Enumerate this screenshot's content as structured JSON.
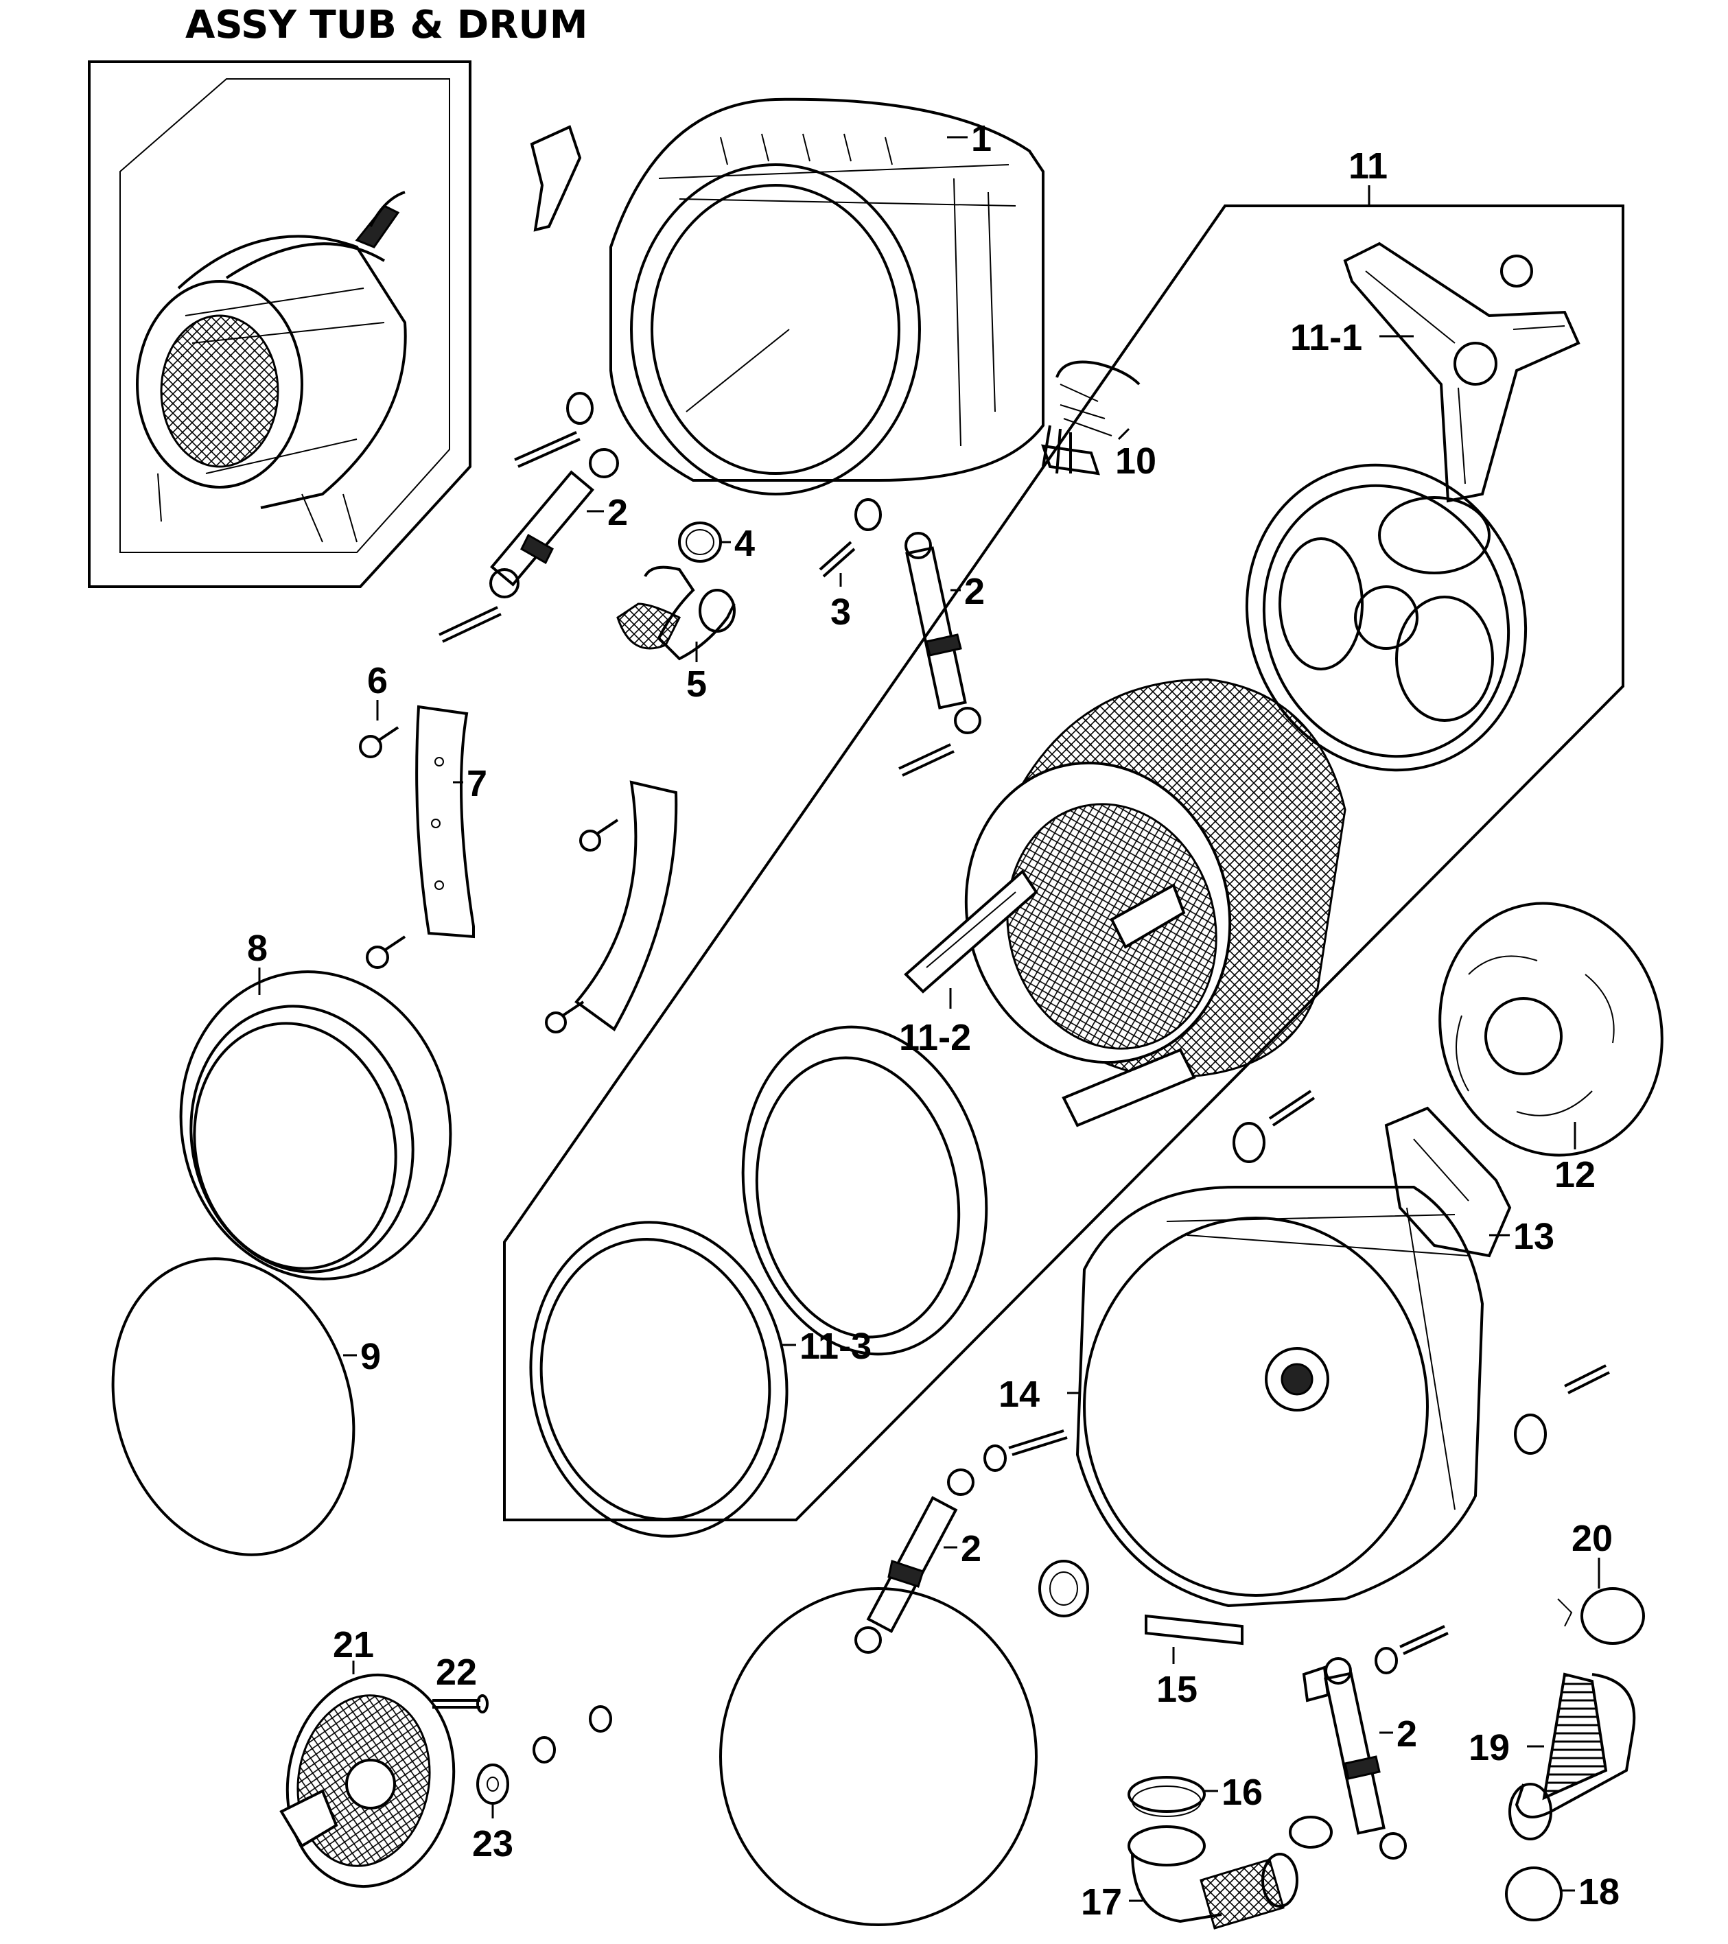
{
  "title": "ASSY TUB & DRUM",
  "labels": {
    "p1": "1",
    "p2a": "2",
    "p2b": "2",
    "p2c": "2",
    "p2d": "2",
    "p3": "3",
    "p4": "4",
    "p5": "5",
    "p6": "6",
    "p7": "7",
    "p8": "8",
    "p9": "9",
    "p10": "10",
    "p11": "11",
    "p11_1": "11-1",
    "p11_2": "11-2",
    "p11_3": "11-3",
    "p12": "12",
    "p13": "13",
    "p14": "14",
    "p15": "15",
    "p16": "16",
    "p17": "17",
    "p18": "18",
    "p19": "19",
    "p20": "20",
    "p21": "21",
    "p22": "22",
    "p23": "23"
  }
}
